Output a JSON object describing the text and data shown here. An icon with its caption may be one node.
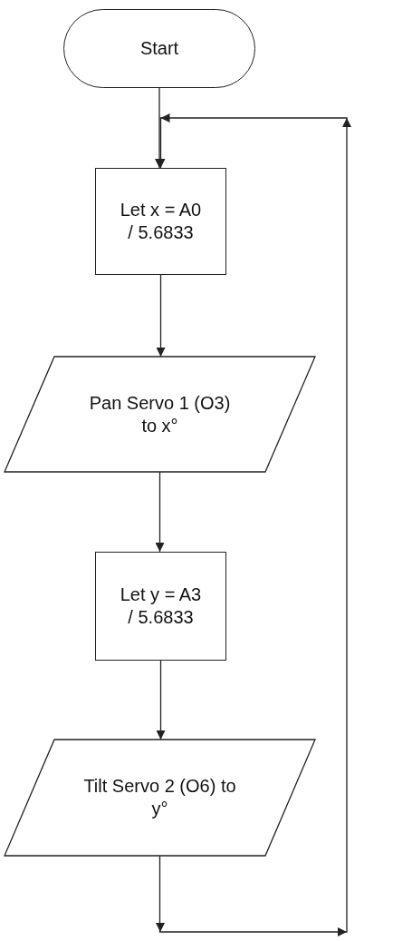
{
  "diagram": {
    "nodes": [
      {
        "text": [
          "Start"
        ]
      },
      {
        "text": [
          "Let x = A0 / 5.6833"
        ]
      },
      {
        "text": [
          "Pan Servo 1 (O3) to x°"
        ]
      },
      {
        "text": [
          "Let y = A3 / 5.6833"
        ]
      },
      {
        "text": [
          "Tilt Servo 2 (O6) to y°"
        ]
      }
    ],
    "edges": [
      {
        "from": 0,
        "to": 1,
        "arrow": "to"
      },
      {
        "from": 1,
        "to": 2,
        "arrow": "to"
      },
      {
        "from": 2,
        "to": 3,
        "arrow": "to"
      },
      {
        "from": 3,
        "to": 4,
        "arrow": "to"
      },
      {
        "from": 4,
        "to": 1,
        "arrow": "to"
      }
    ]
  }
}
